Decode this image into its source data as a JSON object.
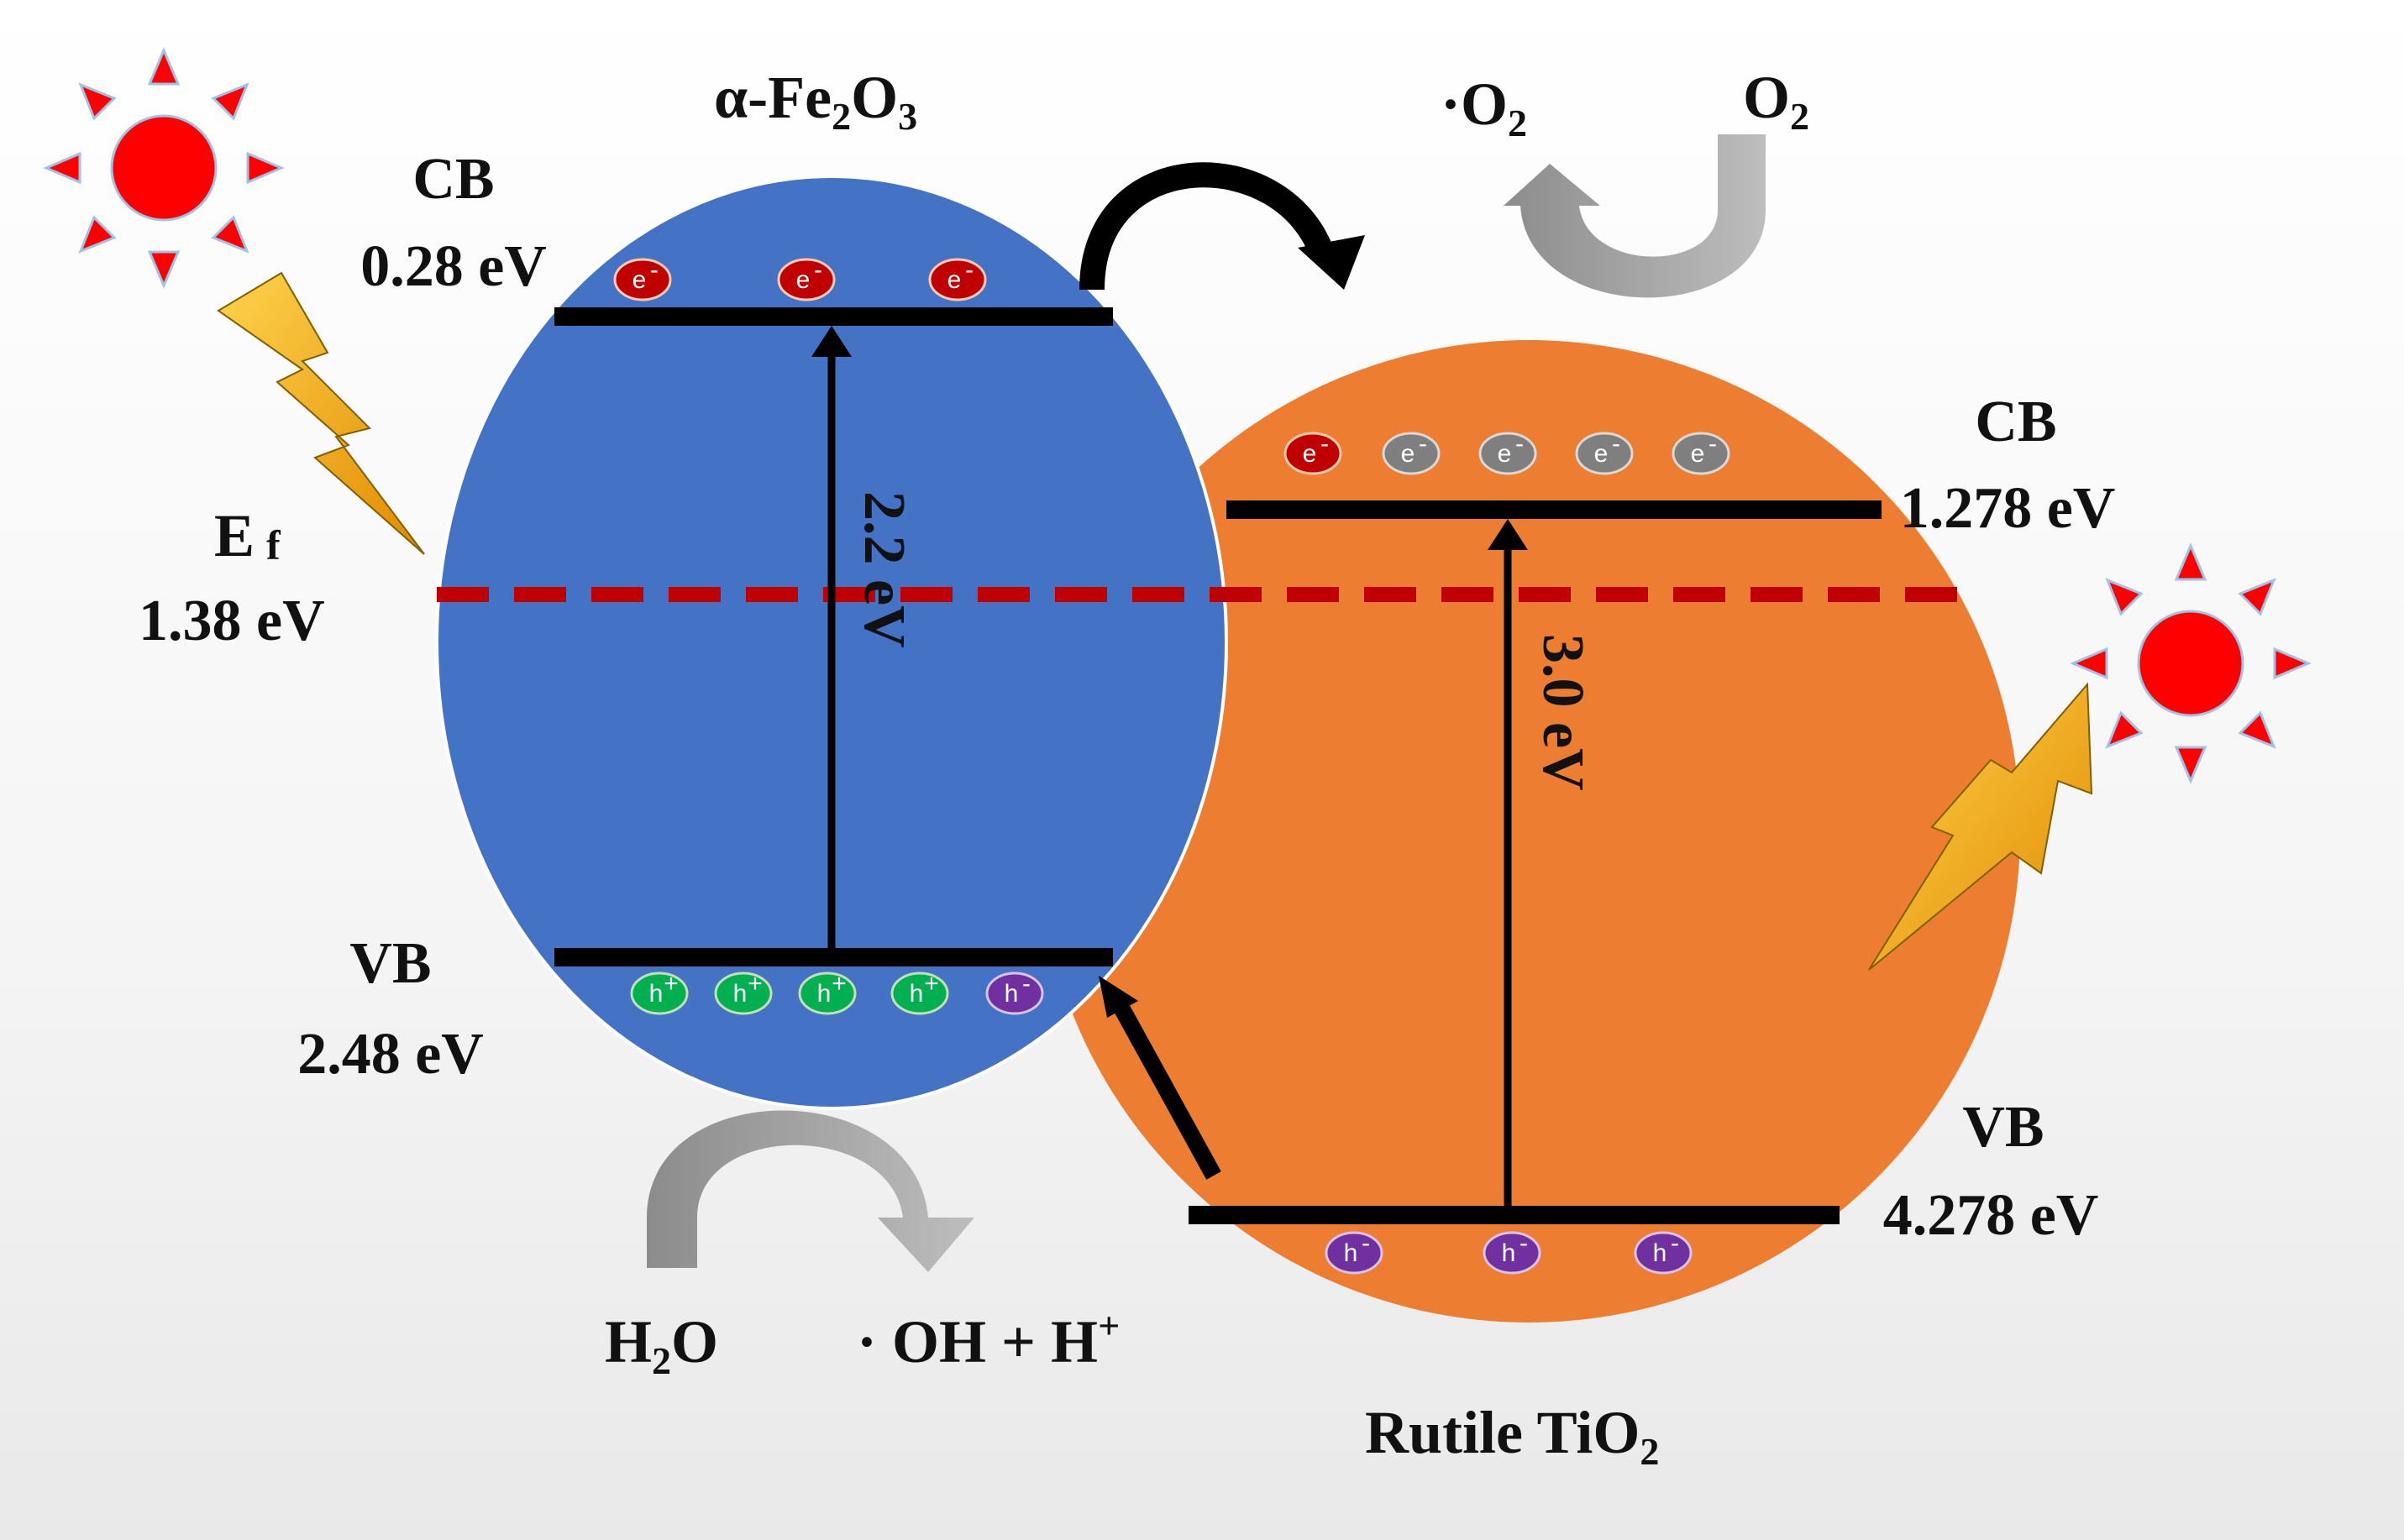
{
  "fe2o3": {
    "title_prefix": "α-Fe",
    "title_sub1": "2",
    "title_mid": "O",
    "title_sub2": "3",
    "cb_label": "CB",
    "cb_energy": "0.28 eV",
    "vb_label": "VB",
    "vb_energy": "2.48 eV",
    "band_gap": "2.2 eV",
    "electron_charge": "-",
    "hole_plus_charge": "+",
    "hole_minus_charge": "-"
  },
  "tio2": {
    "title_prefix": "Rutile TiO",
    "title_sub": "2",
    "cb_label": "CB",
    "cb_energy": "1.278 eV",
    "vb_label": "VB",
    "vb_energy": "4.278 eV",
    "band_gap": "3.0 eV",
    "electron_charge": "-",
    "hole_charge": "-"
  },
  "fermi": {
    "label": "E",
    "label_sub": "f",
    "energy": "1.38 eV"
  },
  "carrier_symbols": {
    "electron": "e",
    "hole": "h"
  },
  "reactions": {
    "oxygen_reactant": "O",
    "oxygen_reactant_sub": "2",
    "superoxide_prefix": "·O",
    "superoxide_sub": "2",
    "water_h": "H",
    "water_sub": "2",
    "water_o": "O",
    "hydroxyl": "· OH + H",
    "hydroxyl_sup": "+"
  },
  "colors": {
    "fe2o3_fill": "#4472c4",
    "tio2_fill": "#ed7d31",
    "fermi_line": "#c00000",
    "sun_fill": "#ff0000",
    "electron_red": "#c00000",
    "electron_gray": "#7f7f7f",
    "hole_green": "#00b050",
    "hole_purple": "#7030a0",
    "curved_arrow_gray": "#a6a6a6",
    "lightning_fill": "#ffc000"
  },
  "icons": [
    "sun-icon",
    "lightning-icon"
  ]
}
